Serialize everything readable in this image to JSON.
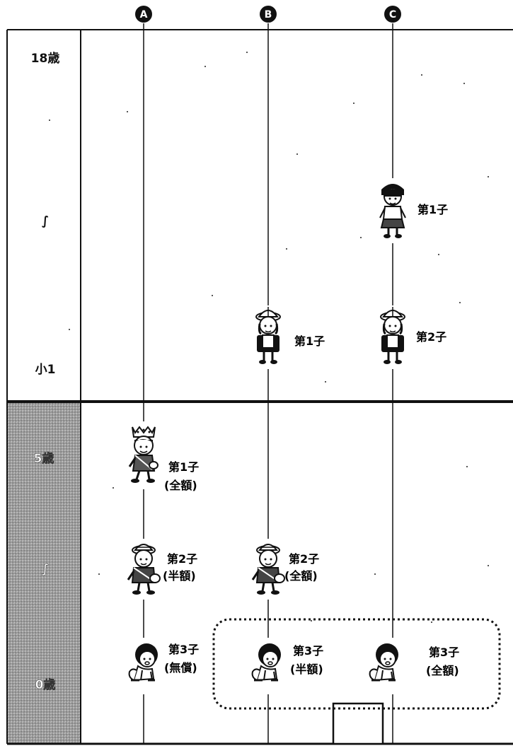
{
  "columns": [
    {
      "id": "A",
      "header": "A"
    },
    {
      "id": "B",
      "header": "B"
    },
    {
      "id": "C",
      "header": "C"
    }
  ],
  "age_labels": {
    "age18": "18歳",
    "range_top": "∫",
    "grade1": "小1",
    "age5": "5歳",
    "range_bottom": "∫",
    "age0": "0歳"
  },
  "children": {
    "c_first": {
      "line1": "第1子"
    },
    "b_first": {
      "line1": "第1子"
    },
    "c_second": {
      "line1": "第2子"
    },
    "a_first": {
      "line1": "第1子",
      "line2": "(全額)"
    },
    "a_second": {
      "line1": "第2子",
      "line2": "(半額)"
    },
    "b_second": {
      "line1": "第2子",
      "line2": "(全額)"
    },
    "a_third": {
      "line1": "第3子",
      "line2": "(無償)"
    },
    "b_third": {
      "line1": "第3子",
      "line2": "(半額)"
    },
    "c_third": {
      "line1": "第3子",
      "line2": "(全額)"
    }
  },
  "colors": {
    "line": "#111111",
    "shade": "#9a9a9a",
    "badge": "#111111",
    "badge_text": "#ffffff"
  },
  "icons": {
    "schoolgirl": "schoolgirl-icon",
    "schoolchild": "schoolchild-with-hat-icon",
    "kindergartner_crown": "kindergartner-crown-icon",
    "kindergartner": "kindergartner-with-hat-icon",
    "baby": "crawling-baby-icon"
  }
}
